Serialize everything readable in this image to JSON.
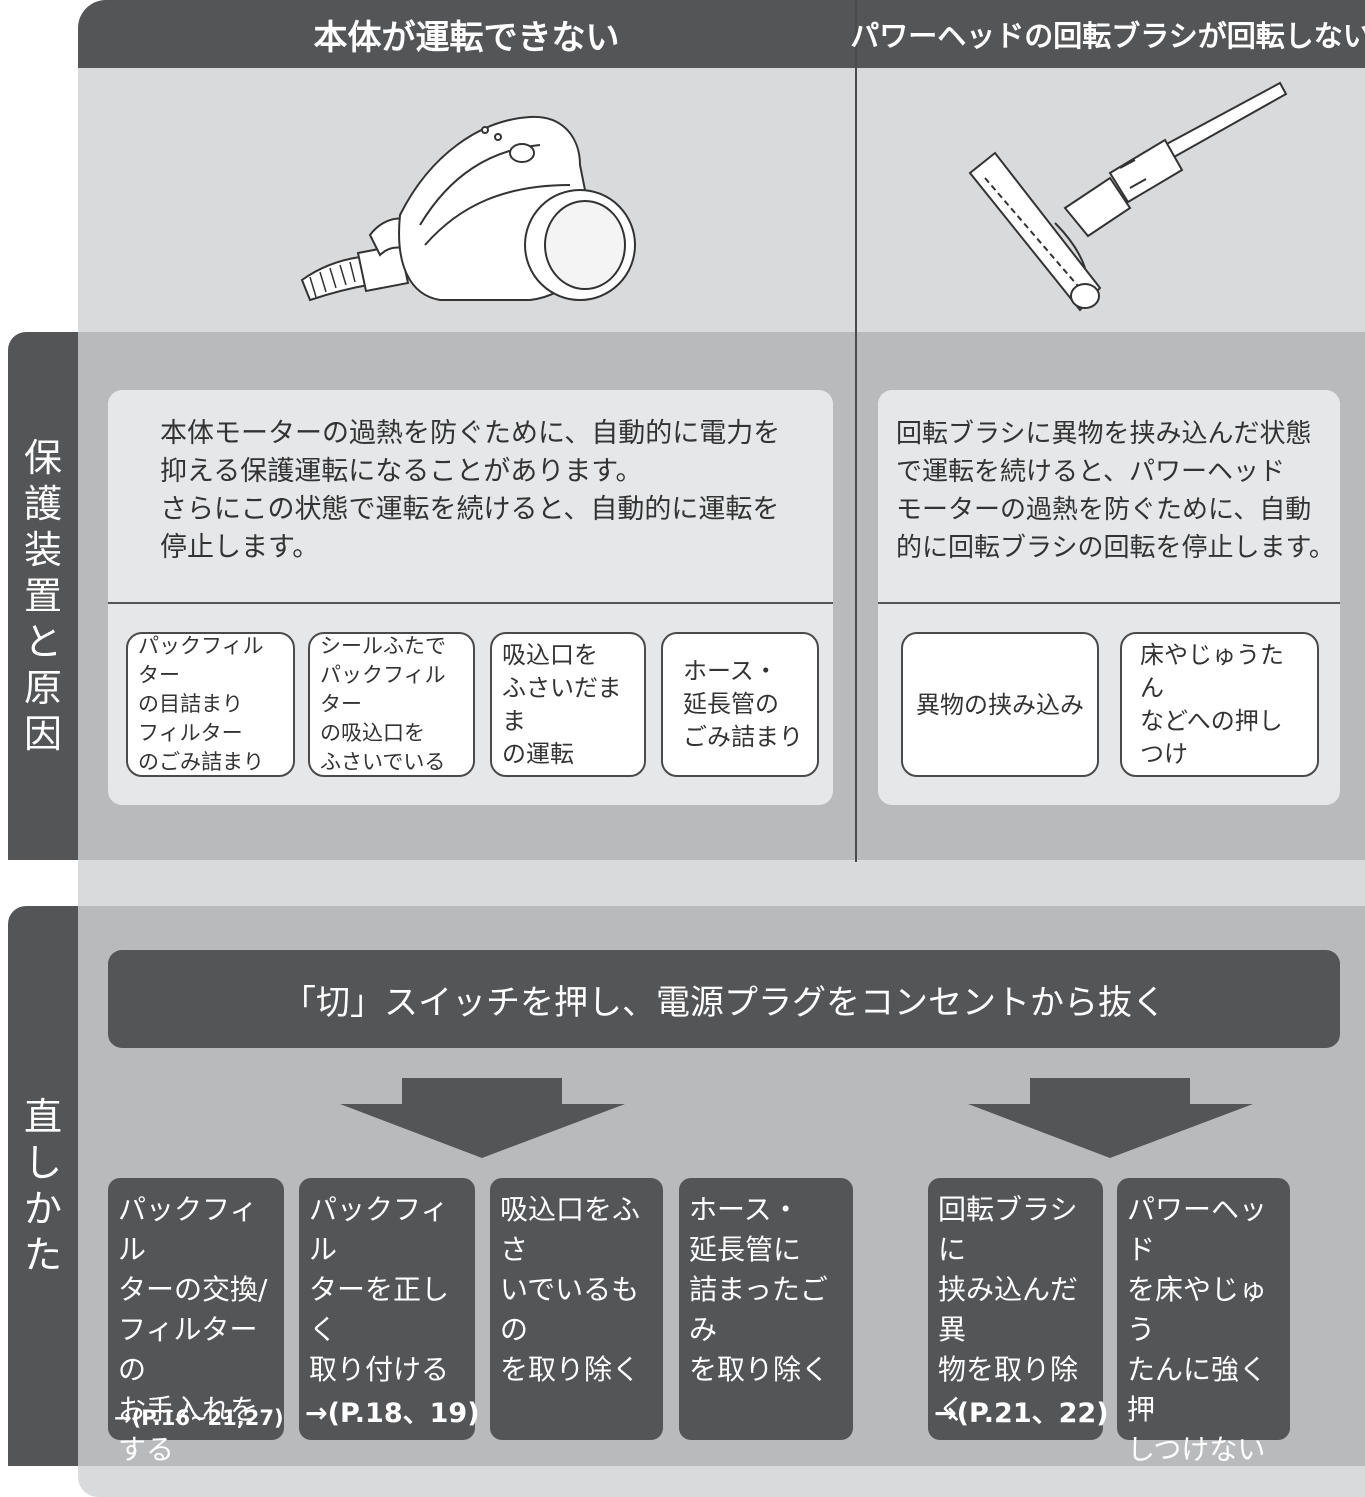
{
  "header": {
    "left_title": "本体が運転できない",
    "right_title": "パワーヘッドの回転ブラシが回転しない"
  },
  "illustrations": {
    "left": "vacuum-cleaner-body",
    "right": "power-head-brush"
  },
  "section1": {
    "label": [
      "保",
      "護",
      "装",
      "置",
      "と",
      "原",
      "因"
    ],
    "left_text": "本体モーターの過熱を防ぐために、自動的に電力を\n抑える保護運転になることがあります。\nさらにこの状態で運転を続けると、自動的に運転を\n停止します。",
    "right_text": "回転ブラシに異物を挟み込んだ状態\nで運転を続けると、パワーヘッド\nモーターの過熱を防ぐために、自動\n的に回転ブラシの回転を停止します。",
    "left_causes": [
      "パックフィルター\nの目詰まり\nフィルター\nのごみ詰まり",
      "シールふたで\nパックフィルター\nの吸込口を\nふさいでいる",
      "吸込口を\nふさいだまま\nの運転",
      "ホース・\n延長管の\nごみ詰まり"
    ],
    "right_causes": [
      "異物の挟み込み",
      "床やじゅうたん\nなどへの押し\nつけ"
    ]
  },
  "section2": {
    "label": [
      "直",
      "し",
      "か",
      "た"
    ],
    "banner": "「切」スイッチを押し、電源プラグをコンセントから抜く",
    "left_fixes": [
      {
        "text": "パックフィル\nターの交換/\nフィルターの\nお手入れを\nする",
        "ref": "→(P.16~21,27)"
      },
      {
        "text": "パックフィル\nターを正しく\n取り付ける",
        "ref": "→(P.18、19)"
      },
      {
        "text": "吸込口をふさ\nいでいるもの\nを取り除く",
        "ref": ""
      },
      {
        "text": "ホース・\n延長管に\n詰まったごみ\nを取り除く",
        "ref": ""
      }
    ],
    "right_fixes": [
      {
        "text": "回転ブラシに\n挟み込んだ異\n物を取り除く",
        "ref": "→(P.21、22)"
      },
      {
        "text": "パワーヘッド\nを床やじゅう\nたんに強く押\nしつけない",
        "ref": ""
      }
    ]
  },
  "colors": {
    "dark": "#545557",
    "mid": "#b9babc",
    "light": "#d9dadb",
    "panel": "#e6e7e8"
  }
}
